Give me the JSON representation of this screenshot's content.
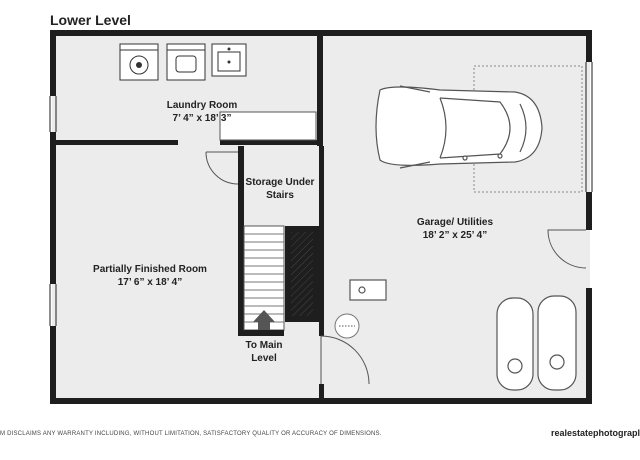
{
  "plan": {
    "title": "Lower Level",
    "rooms": {
      "laundry": {
        "name": "Laundry Room",
        "dims": "7’ 4” x 18’ 3”"
      },
      "storage": {
        "name_line1": "Storage Under",
        "name_line2": "Stairs"
      },
      "garage": {
        "name": "Garage/ Utilities",
        "dims": "18’ 2” x 25’ 4”"
      },
      "finished": {
        "name": "Partially Finished Room",
        "dims": "17’ 6” x 18’ 4”"
      }
    },
    "stairs_label_line1": "To Main",
    "stairs_label_line2": "Level",
    "disclaimer": "M DISCLAIMS ANY WARRANTY INCLUDING, WITHOUT LIMITATION, SATISFACTORY QUALITY OR ACCURACY OF DIMENSIONS.",
    "credit": "realestatephotograpl",
    "colors": {
      "wall": "#1e1e1e",
      "floor": "#ececec",
      "fixture": "#ffffff"
    }
  }
}
